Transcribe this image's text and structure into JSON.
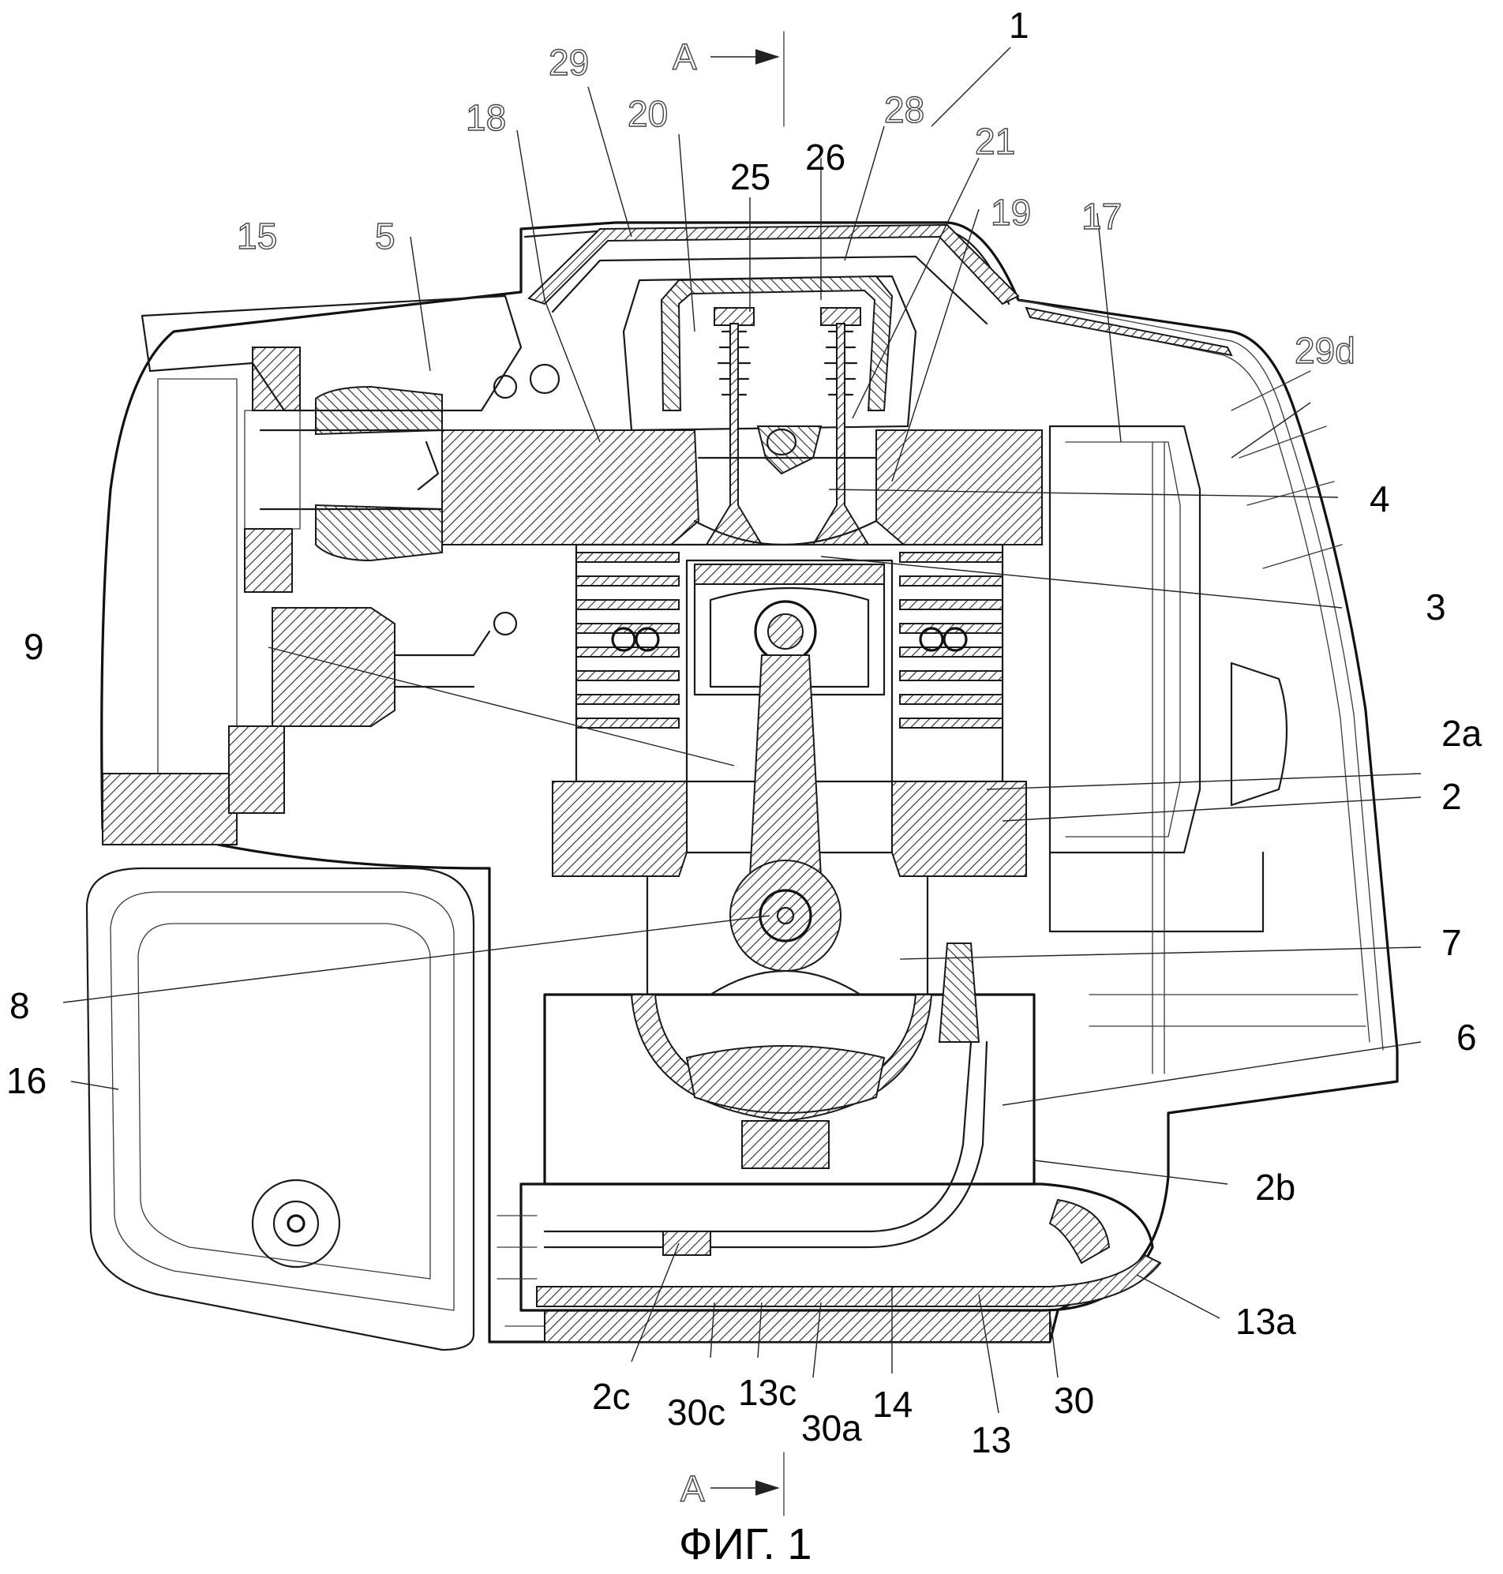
{
  "caption": "ФИГ. 1",
  "section_marker": "A",
  "labels": {
    "l1": "1",
    "l2": "2",
    "l2a": "2a",
    "l2b": "2b",
    "l2c": "2c",
    "l3": "3",
    "l4": "4",
    "l5": "5",
    "l6": "6",
    "l7": "7",
    "l8": "8",
    "l9": "9",
    "l13": "13",
    "l13a": "13a",
    "l13c": "13c",
    "l14": "14",
    "l15": "15",
    "l16": "16",
    "l17": "17",
    "l18": "18",
    "l19": "19",
    "l20": "20",
    "l21": "21",
    "l25": "25",
    "l26": "26",
    "l28": "28",
    "l29": "29",
    "l29d": "29d",
    "l30": "30",
    "l30a": "30a",
    "l30c": "30c"
  }
}
